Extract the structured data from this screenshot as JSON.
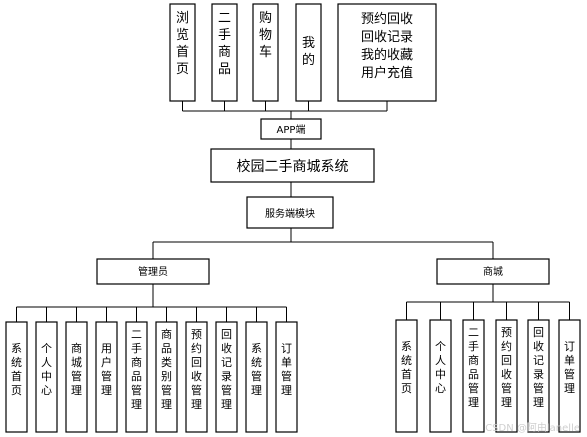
{
  "app_modules": [
    "浏览首页",
    "二手商品",
    "购物车",
    "我的"
  ],
  "app_my_features": [
    "预约回收",
    "回收记录",
    "我的收藏",
    "用户充值"
  ],
  "app_label": "APP端",
  "system_title": "校园二手商城系统",
  "server_label": "服务端模块",
  "roles": {
    "admin": {
      "label": "管理员",
      "items": [
        "系统首页",
        "个人中心",
        "商城管理",
        "用户管理",
        "二手商品管理",
        "商品类别管理",
        "预约回收管理",
        "回收记录管理",
        "系统管理",
        "订单管理"
      ]
    },
    "mall": {
      "label": "商城",
      "items": [
        "系统首页",
        "个人中心",
        "二手商品管理",
        "预约回收管理",
        "回收记录管理",
        "订单管理"
      ]
    }
  },
  "watermark": "CSDN @阿由lanelle"
}
